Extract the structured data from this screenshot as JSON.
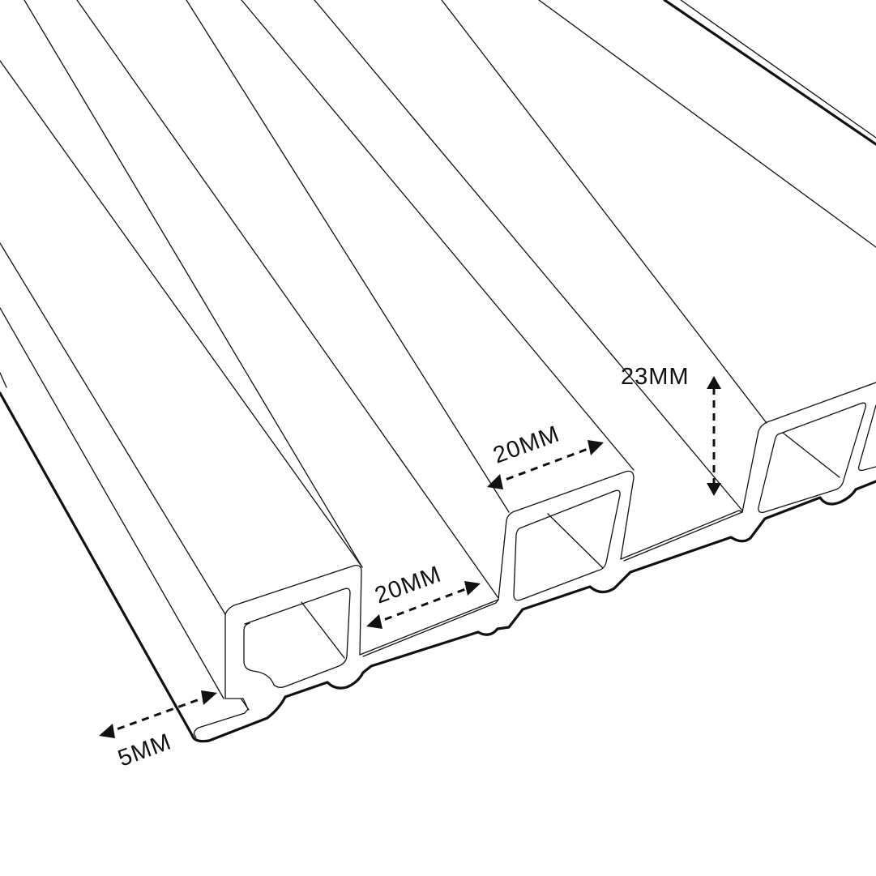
{
  "diagram": {
    "stroke_color": "#111111",
    "background_color": "#ffffff",
    "dimensions": {
      "base_thickness": "5MM",
      "gap_width": "20MM",
      "slat_width": "20MM",
      "slat_height": "23MM"
    }
  }
}
